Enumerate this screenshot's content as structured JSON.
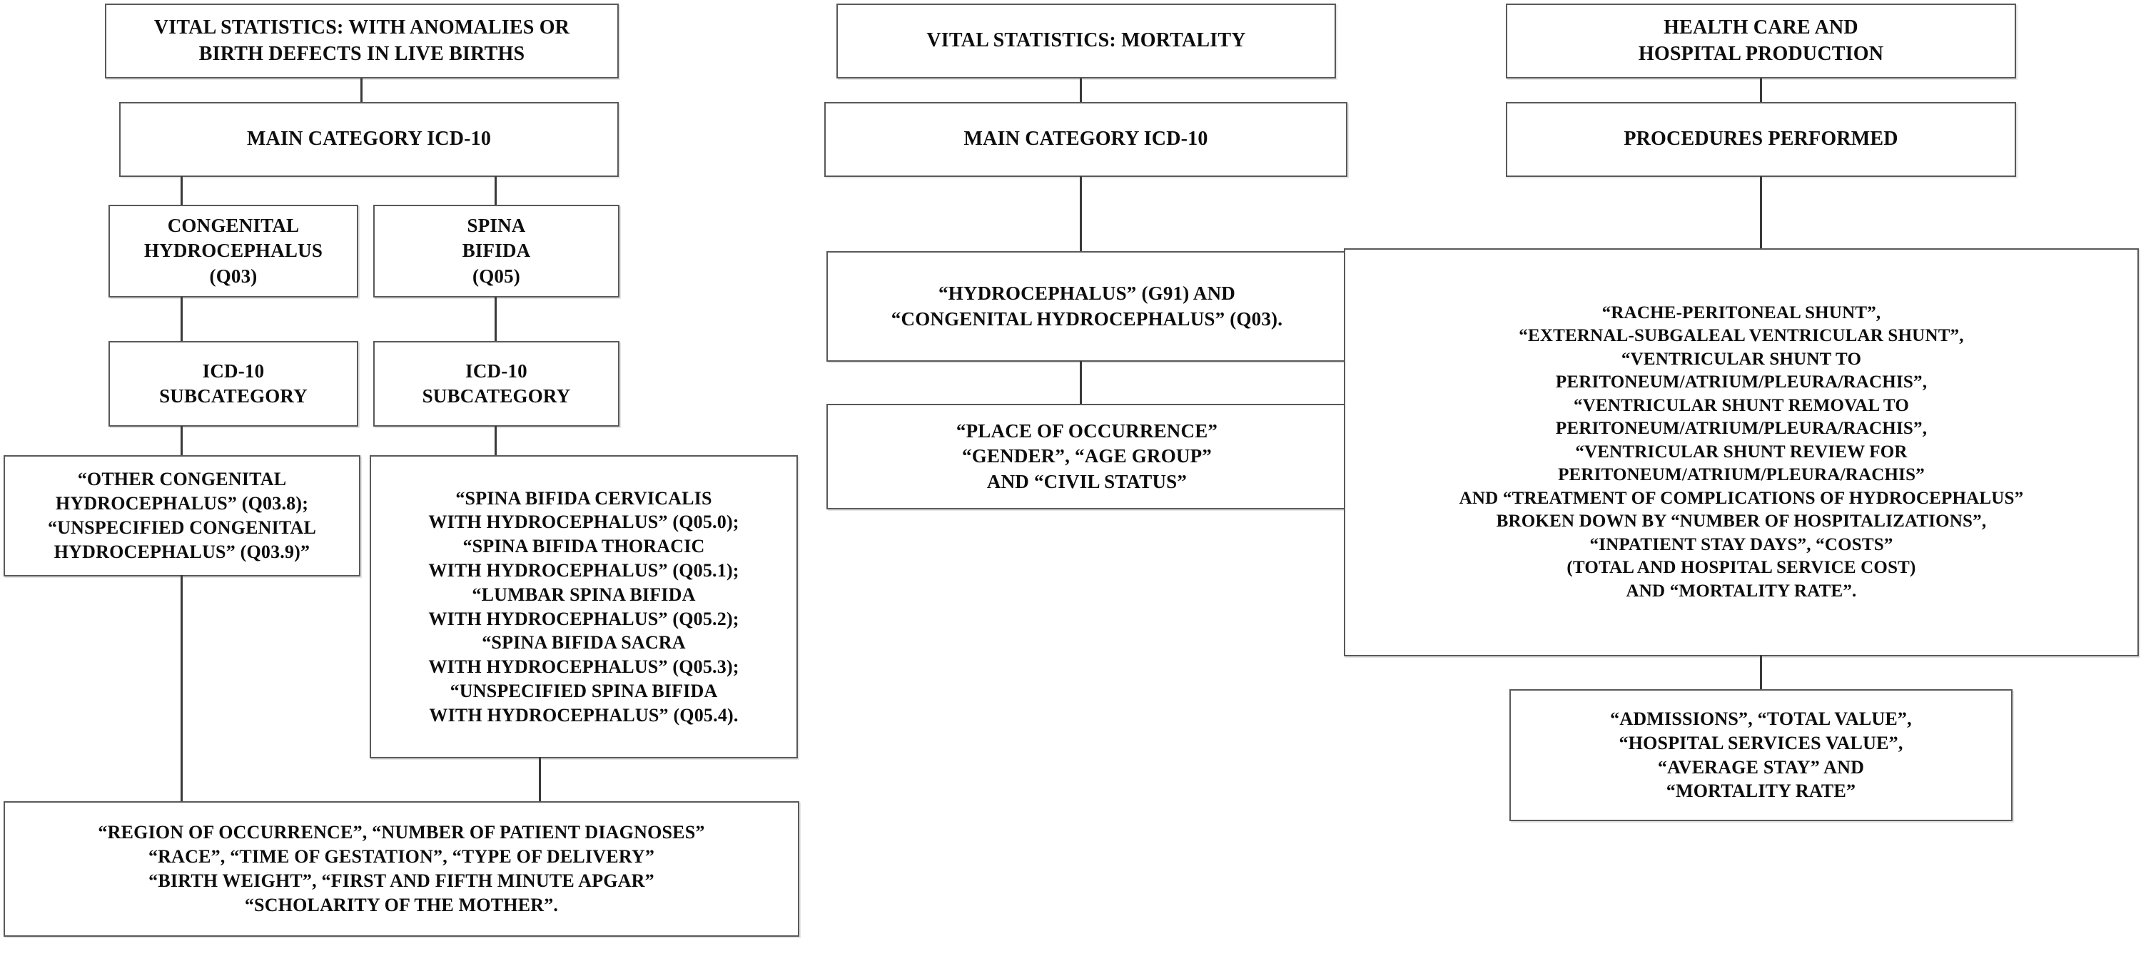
{
  "diagram": {
    "title": "Data sources flowchart for hydrocephalus and spina bifida indicators",
    "colors": {
      "box_border": "#595959",
      "connector": "#3a3a3a",
      "text": "#0d0d0d",
      "background": "#ffffff"
    },
    "columns": [
      {
        "id": "vital-statistics-anomalies",
        "nodes": [
          {
            "id": "vs-anomalies-root",
            "text": "VITAL STATISTICS: WITH ANOMALIES OR\nBIRTH DEFECTS IN LIVE BIRTHS"
          },
          {
            "id": "vs-anomalies-main-category",
            "text": "MAIN CATEGORY ICD-10"
          },
          {
            "id": "congenital-hydrocephalus",
            "text": "CONGENITAL\nHYDROCEPHALUS\n(Q03)"
          },
          {
            "id": "spina-bifida",
            "text": "SPINA\nBIFIDA\n(Q05)"
          },
          {
            "id": "icd10-subcategory-left",
            "text": "ICD-10\nSUBCATEGORY"
          },
          {
            "id": "icd10-subcategory-right",
            "text": "ICD-10\nSUBCATEGORY"
          },
          {
            "id": "other-congenital-hydrocephalus-codes",
            "text": "“OTHER CONGENITAL\nHYDROCEPHALUS” (Q03.8);\n“UNSPECIFIED CONGENITAL\nHYDROCEPHALUS” (Q03.9)”"
          },
          {
            "id": "spina-bifida-codes",
            "text": "“SPINA BIFIDA CERVICALIS\nWITH HYDROCEPHALUS” (Q05.0);\n“SPINA BIFIDA THORACIC\nWITH HYDROCEPHALUS” (Q05.1);\n“LUMBAR SPINA BIFIDA\nWITH HYDROCEPHALUS” (Q05.2);\n“SPINA BIFIDA SACRA\nWITH HYDROCEPHALUS” (Q05.3);\n“UNSPECIFIED SPINA BIFIDA\nWITH HYDROCEPHALUS” (Q05.4)."
          },
          {
            "id": "live-birth-variables",
            "text": "“REGION OF OCCURRENCE”, “NUMBER OF PATIENT DIAGNOSES”\n“RACE”, “TIME OF GESTATION”, “TYPE OF DELIVERY”\n“BIRTH WEIGHT”, “FIRST AND FIFTH MINUTE APGAR”\n“SCHOLARITY OF THE MOTHER”."
          }
        ]
      },
      {
        "id": "vital-statistics-mortality",
        "nodes": [
          {
            "id": "vs-mortality-root",
            "text": "VITAL STATISTICS: MORTALITY"
          },
          {
            "id": "vs-mortality-main-category",
            "text": "MAIN CATEGORY ICD-10"
          },
          {
            "id": "mortality-codes",
            "text": "“HYDROCEPHALUS” (G91) AND\n“CONGENITAL HYDROCEPHALUS” (Q03)."
          },
          {
            "id": "mortality-variables",
            "text": "“PLACE OF OCCURRENCE”\n“GENDER”, “AGE GROUP”\nAND “CIVIL STATUS”"
          }
        ]
      },
      {
        "id": "health-care-hospital-production",
        "nodes": [
          {
            "id": "health-care-root",
            "text": "HEALTH CARE AND\nHOSPITAL PRODUCTION"
          },
          {
            "id": "procedures-performed",
            "text": "PROCEDURES PERFORMED"
          },
          {
            "id": "procedures-list",
            "text": "“RACHE-PERITONEAL SHUNT”,\n“EXTERNAL-SUBGALEAL VENTRICULAR SHUNT”,\n“VENTRICULAR SHUNT TO\nPERITONEUM/ATRIUM/PLEURA/RACHIS”,\n“VENTRICULAR SHUNT REMOVAL TO\nPERITONEUM/ATRIUM/PLEURA/RACHIS”,\n“VENTRICULAR SHUNT REVIEW FOR\nPERITONEUM/ATRIUM/PLEURA/RACHIS”\nAND “TREATMENT OF COMPLICATIONS OF HYDROCEPHALUS”\nBROKEN DOWN BY “NUMBER OF HOSPITALIZATIONS”,\n“INPATIENT STAY DAYS”, “COSTS”\n(TOTAL AND HOSPITAL SERVICE COST)\nAND “MORTALITY RATE”."
          },
          {
            "id": "hospital-outcomes",
            "text": "“ADMISSIONS”, “TOTAL VALUE”,\n“HOSPITAL SERVICES VALUE”,\n“AVERAGE STAY” AND\n“MORTALITY RATE”"
          }
        ]
      }
    ]
  }
}
